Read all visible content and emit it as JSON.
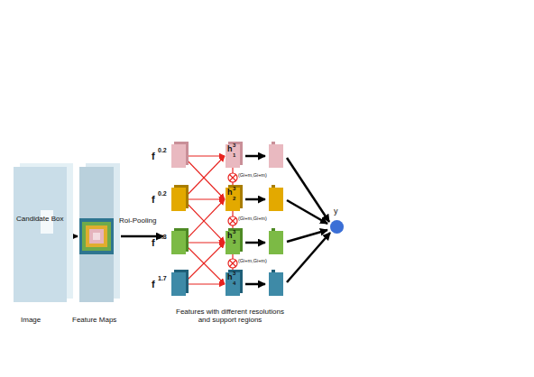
{
  "diagram": {
    "nodes": [
      {
        "text": [
          "Candidate Box",
          "Image"
        ]
      },
      {
        "text": [
          "Feature Maps"
        ]
      },
      {
        "text": [
          "f",
          "0.2"
        ]
      },
      {
        "text": [
          "f",
          "0.2"
        ]
      },
      {
        "text": [
          "f",
          "0.8"
        ]
      },
      {
        "text": [
          "f",
          "1.7"
        ]
      },
      {
        "text": [
          "h",
          "1",
          "3"
        ]
      },
      {
        "text": [
          "h",
          "2",
          "3"
        ]
      },
      {
        "text": [
          "h",
          "3",
          "3"
        ]
      },
      {
        "text": [
          "h",
          "4",
          "3"
        ]
      },
      {
        "text": [
          "y"
        ]
      }
    ],
    "edges": [
      {
        "from": 0,
        "to": 1,
        "arrow": "to"
      },
      {
        "from": 2,
        "to": 6,
        "arrow": "to"
      },
      {
        "from": 2,
        "to": 7,
        "arrow": "to"
      },
      {
        "from": 3,
        "to": 6,
        "arrow": "to"
      },
      {
        "from": 3,
        "to": 7,
        "arrow": "to"
      },
      {
        "from": 3,
        "to": 8,
        "arrow": "to"
      },
      {
        "from": 4,
        "to": 7,
        "arrow": "to"
      },
      {
        "from": 4,
        "to": 8,
        "arrow": "to"
      },
      {
        "from": 4,
        "to": 9,
        "arrow": "to"
      },
      {
        "from": 5,
        "to": 8,
        "arrow": "to"
      },
      {
        "from": 5,
        "to": 9,
        "arrow": "to"
      }
    ],
    "labels": [
      "Roi-Pooling",
      "(Gi+m,Gi+m)",
      "(Gi+m,Gi+m)",
      "(Gi+m,Gi+m)",
      "Features with different resolutions and support regions"
    ]
  }
}
